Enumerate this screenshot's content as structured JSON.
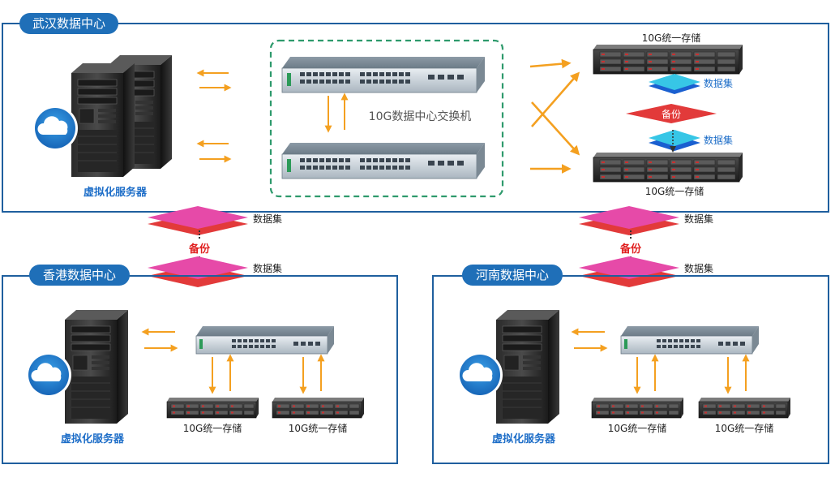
{
  "colors": {
    "frame": "#1f5f9e",
    "tab": "#1f6fb8",
    "arrow": "#f4a020",
    "switch_border": "#2e9a6c",
    "pink": "#e64aa8",
    "red": "#e23a3a",
    "cyan": "#37c6e6",
    "label_blue": "#1e6ec8",
    "backup_red": "#e02020"
  },
  "wuhan": {
    "title": "武汉数据中心",
    "server_label": "虚拟化服务器",
    "switch_label": "10G数据中心交换机",
    "storage_top_label": "10G统一存储",
    "storage_bottom_label": "10G统一存储",
    "dataset_top": "数据集",
    "dataset_bottom": "数据集",
    "backup": "备份"
  },
  "between_left": {
    "dataset_top": "数据集",
    "dataset_bottom": "数据集",
    "backup": "备份"
  },
  "between_right": {
    "dataset_top": "数据集",
    "dataset_bottom": "数据集",
    "backup": "备份"
  },
  "hongkong": {
    "title": "香港数据中心",
    "server_label": "虚拟化服务器",
    "storage1_label": "10G统一存储",
    "storage2_label": "10G统一存储"
  },
  "henan": {
    "title": "河南数据中心",
    "server_label": "虚拟化服务器",
    "storage1_label": "10G统一存储",
    "storage2_label": "10G统一存储"
  },
  "icons": [
    "server-tower-icon",
    "cloud-icon",
    "network-switch-icon",
    "storage-array-icon",
    "dataset-layer-icon"
  ]
}
